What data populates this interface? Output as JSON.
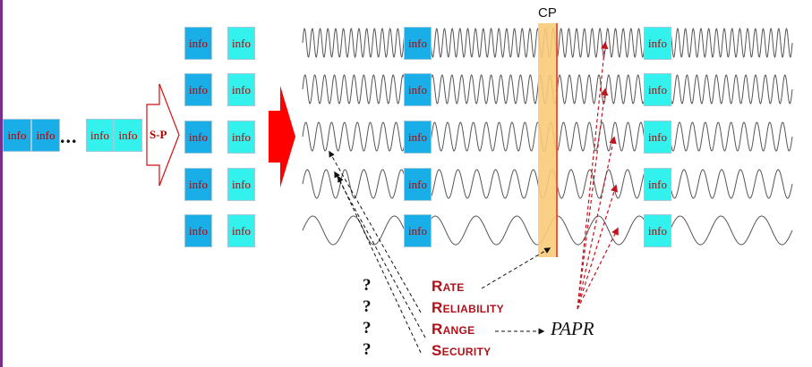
{
  "box_label": "info",
  "ellipsis": "...",
  "sp_label": "S-P",
  "cp_label": "CP",
  "questions": [
    "?",
    "?",
    "?",
    "?"
  ],
  "metrics": {
    "rate": "Rate",
    "reliability": "Reliability",
    "range": "Range",
    "security": "Security"
  },
  "papr": "PAPR",
  "colors": {
    "info_blue": "#1aaee8",
    "info_cyan": "#33f2ee",
    "text_red": "#b00000",
    "arrow_red": "#ff0000",
    "cp_band": "#f9cb7a",
    "cp_line": "#e0303a",
    "metric_red": "#b0101a",
    "frame_purple": "#7b2d8e"
  }
}
